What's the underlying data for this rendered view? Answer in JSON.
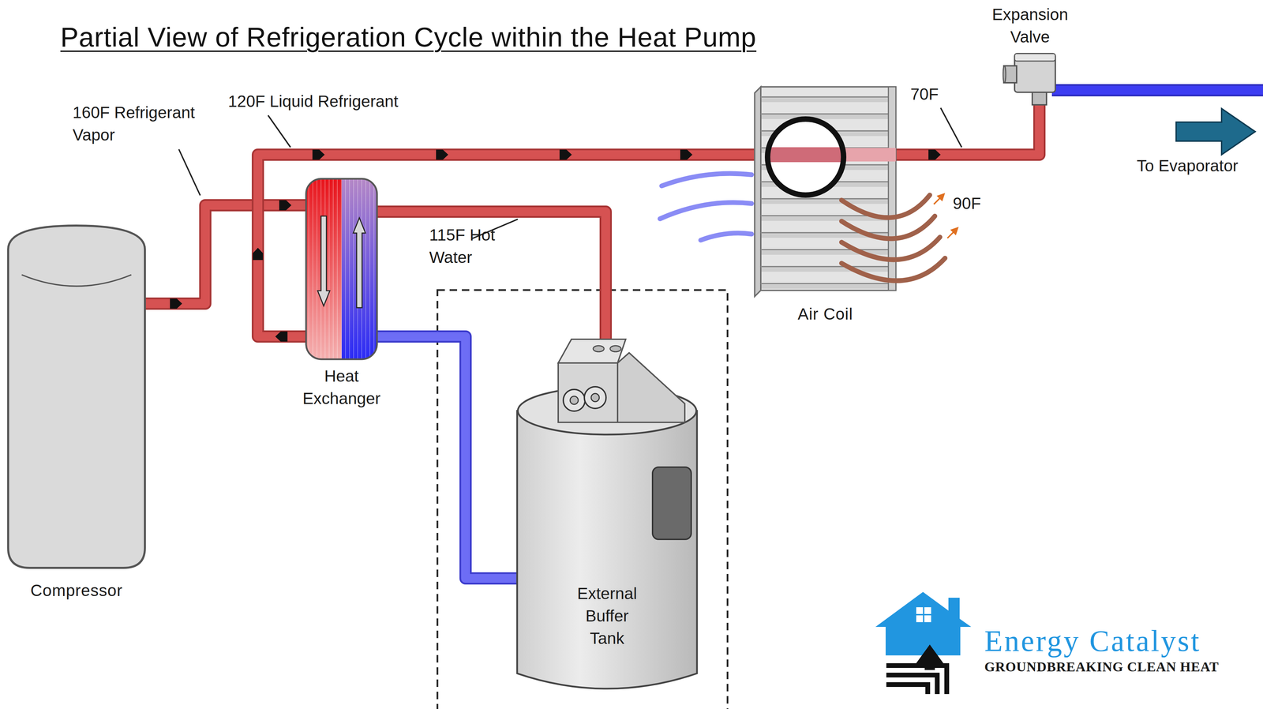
{
  "diagram": {
    "title": "Partial View of Refrigeration Cycle within the Heat Pump",
    "nodes": [
      {
        "text": [
          "Compressor"
        ]
      },
      {
        "text": [
          "Heat Exchanger"
        ]
      },
      {
        "text": [
          "External Buffer Tank"
        ]
      },
      {
        "text": [
          "Air Coil"
        ]
      },
      {
        "text": [
          "Expansion Valve"
        ]
      }
    ],
    "edges": [
      {
        "from": 0,
        "to": 1,
        "arrow": "to",
        "label": "160F Refrigerant Vapor"
      },
      {
        "from": 1,
        "to": 3,
        "arrow": "to",
        "label": "120F Liquid Refrigerant"
      },
      {
        "from": 3,
        "to": 4,
        "arrow": "to",
        "label": "70F"
      },
      {
        "from": 1,
        "to": 2,
        "arrow": "none",
        "label": "115F Hot Water"
      },
      {
        "from": 2,
        "to": 1,
        "arrow": "none"
      }
    ],
    "labels": [
      "90F",
      "To Evaporator",
      "Energy Catalyst",
      "GROUNDBREAKING CLEAN HEAT"
    ]
  }
}
